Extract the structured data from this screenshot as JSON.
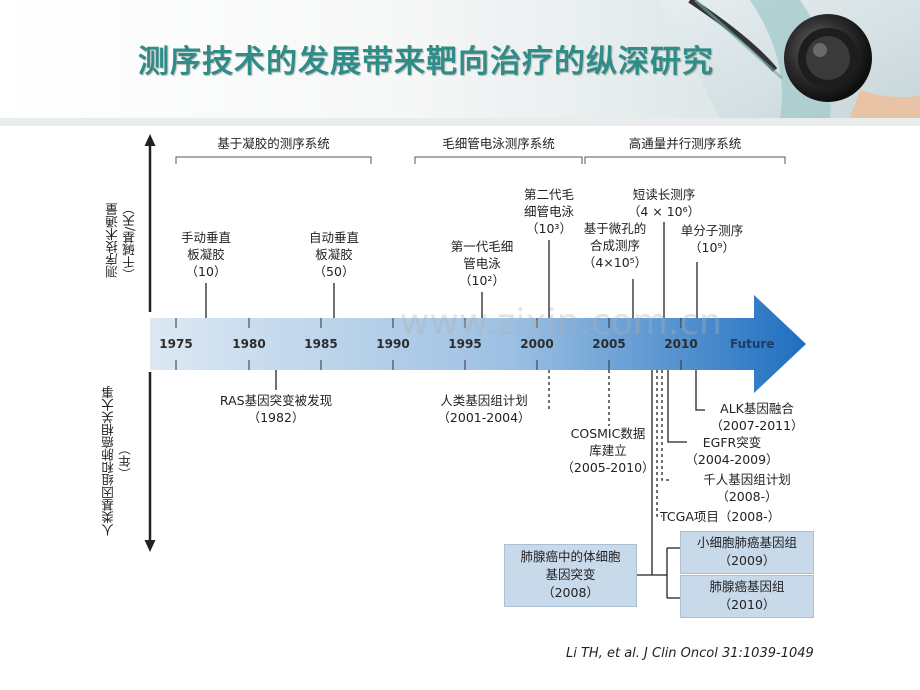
{
  "title": "测序技术的发展带来靶向治疗的纵深研究",
  "axis_top_label": "测序技术通量\n（千碱基/天）",
  "axis_bottom_label": "人类基因组和肺癌相关大事\n（年）",
  "brackets": {
    "gel": "基于凝胶的测序系统",
    "capillary": "毛细管电泳测序系统",
    "highthroughput": "高通量并行测序系统"
  },
  "years": [
    "1975",
    "1980",
    "1985",
    "1990",
    "1995",
    "2000",
    "2005",
    "2010"
  ],
  "future_label": "Future",
  "tech_events": {
    "manual": [
      "手动垂直",
      "板凝胶",
      "（10）"
    ],
    "auto": [
      "自动垂直",
      "板凝胶",
      "（50）"
    ],
    "first_cap": [
      "第一代毛细",
      "管电泳",
      "（10²）"
    ],
    "second_cap": [
      "第二代毛",
      "细管电泳",
      "（10³）"
    ],
    "microwell": [
      "基于微孔的",
      "合成测序",
      "（4×10⁵）"
    ],
    "short_read": [
      "短读长测序",
      "（4 × 10⁶）"
    ],
    "single_mol": [
      "单分子测序",
      "（10⁹）"
    ]
  },
  "genome_events": {
    "ras": [
      "RAS基因突变被发现",
      "（1982）"
    ],
    "hgp": [
      "人类基因组计划",
      "（2001-2004）"
    ],
    "cosmic": [
      "COSMIC数据",
      "库建立",
      "（2005-2010）"
    ],
    "alk": [
      "ALK基因融合",
      "（2007-2011）"
    ],
    "egfr": [
      "EGFR突变",
      "（2004-2009）"
    ],
    "thousand": [
      "千人基因组计划",
      "（2008-）"
    ],
    "tcga": "TCGA项目（2008-）"
  },
  "boxes": {
    "somatic": [
      "肺腺癌中的体细胞",
      "基因突变",
      "（2008）"
    ],
    "sclc": [
      "小细胞肺癌基因组",
      "（2009）"
    ],
    "adeno": [
      "肺腺癌基因组",
      "（2010）"
    ]
  },
  "watermark": "www.zixin.com.cn",
  "citation": "Li TH, et al. J Clin Oncol 31:1039-1049",
  "colors": {
    "title": "#2f8c86",
    "arrow_start": "#d9e6f2",
    "arrow_end": "#1f6fc0",
    "box_fill": "#c8d9ea"
  }
}
